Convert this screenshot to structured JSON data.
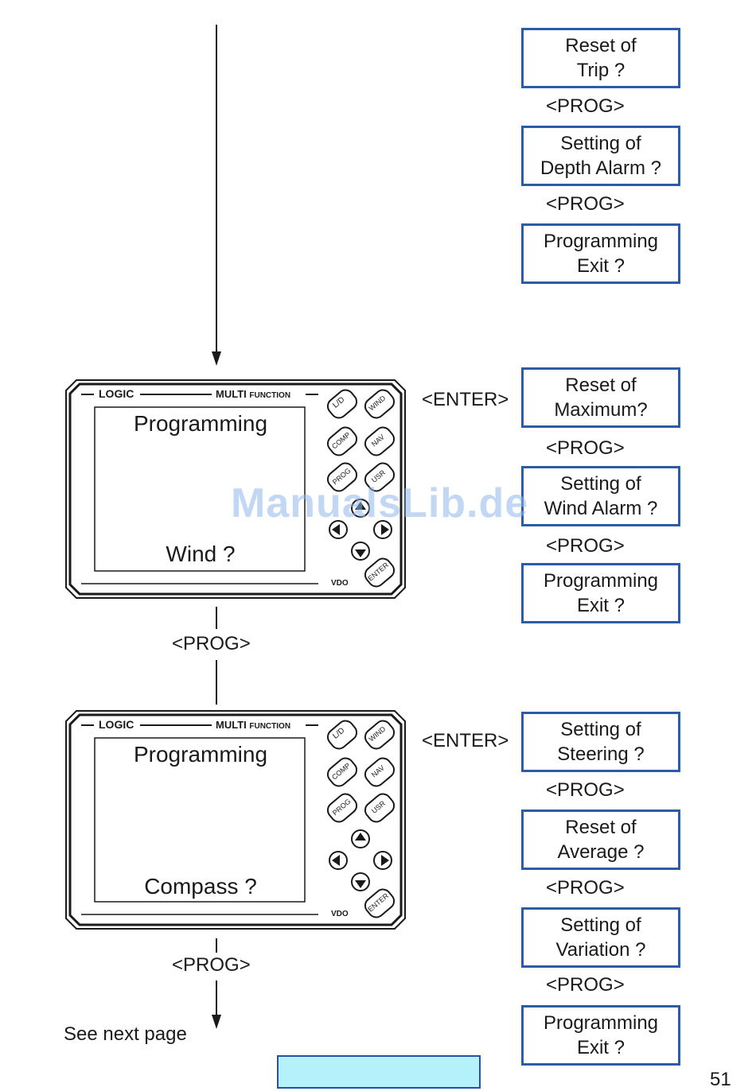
{
  "right_boxes": [
    {
      "text": "Reset of\nTrip ?"
    },
    {
      "text": "Setting of\nDepth Alarm ?"
    },
    {
      "text": "Programming\nExit ?"
    },
    {
      "text": "Reset of\nMaximum?"
    },
    {
      "text": "Setting of\nWind Alarm ?"
    },
    {
      "text": "Programming\nExit ?"
    },
    {
      "text": "Setting of\nSteering ?"
    },
    {
      "text": "Reset of\nAverage ?"
    },
    {
      "text": "Setting of\nVariation ?"
    },
    {
      "text": "Programming\nExit ?"
    }
  ],
  "prog_label": "<PROG>",
  "enter_label": "<ENTER>",
  "devices": [
    {
      "brand": "LOGIC",
      "model_a": "MULTI",
      "model_b": "FUNCTION",
      "maker": "VDO",
      "screen_top": "Programming",
      "screen_bottom": "Wind ?"
    },
    {
      "brand": "LOGIC",
      "model_a": "MULTI",
      "model_b": "FUNCTION",
      "maker": "VDO",
      "screen_top": "Programming",
      "screen_bottom": "Compass ?"
    }
  ],
  "buttons": {
    "ld": "L/D",
    "wind": "WIND",
    "comp": "COMP",
    "nav": "NAV",
    "prog": "PROG",
    "usr": "USR",
    "enter": "ENTER"
  },
  "see_next": "See next page",
  "watermark": "ManualsLib.de",
  "page_number": "51"
}
